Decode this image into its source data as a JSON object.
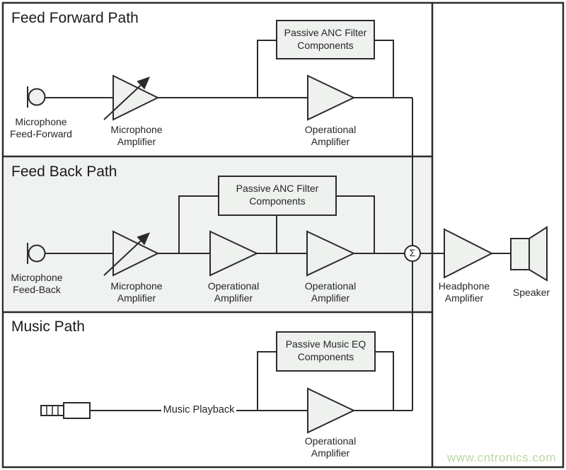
{
  "colors": {
    "stroke": "#2b2b2b",
    "shape_fill": "#eef1ee",
    "section_fill": "#eff2f0",
    "text": "#262626",
    "watermark_green": "#b9d8a2"
  },
  "feed_forward": {
    "title": "Feed Forward Path",
    "microphone_label": "Microphone\nFeed-Forward",
    "mic_amp_label": "Microphone\nAmplifier",
    "filter_box_label": "Passive ANC Filter\nComponents",
    "op_amp_label": "Operational\nAmplifier"
  },
  "feed_back": {
    "title": "Feed Back Path",
    "microphone_label": "Microphone\nFeed-Back",
    "mic_amp_label": "Microphone\nAmplifier",
    "filter_box_label": "Passive ANC Filter\nComponents",
    "op_amp_label_1": "Operational\nAmplifier",
    "op_amp_label_2": "Operational\nAmplifier"
  },
  "music": {
    "title": "Music Path",
    "source_label": "Music Playback",
    "filter_box_label": "Passive Music EQ\nComponents",
    "op_amp_label": "Operational\nAmplifier"
  },
  "output_stage": {
    "summing_symbol": "Σ",
    "headphone_amp_label": "Headphone\nAmplifier",
    "speaker_label": "Speaker"
  },
  "watermark": "www.cntronics.com"
}
